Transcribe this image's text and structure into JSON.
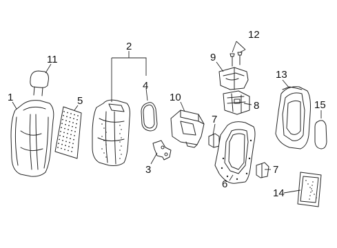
{
  "diagram": {
    "callouts": [
      {
        "id": "1",
        "text": "1"
      },
      {
        "id": "2",
        "text": "2"
      },
      {
        "id": "3",
        "text": "3"
      },
      {
        "id": "4",
        "text": "4"
      },
      {
        "id": "5",
        "text": "5"
      },
      {
        "id": "6",
        "text": "6"
      },
      {
        "id": "7a",
        "text": "7"
      },
      {
        "id": "7b",
        "text": "7"
      },
      {
        "id": "8",
        "text": "8"
      },
      {
        "id": "9",
        "text": "9"
      },
      {
        "id": "10",
        "text": "10"
      },
      {
        "id": "11",
        "text": "11"
      },
      {
        "id": "12",
        "text": "12"
      },
      {
        "id": "13",
        "text": "13"
      },
      {
        "id": "14",
        "text": "14"
      },
      {
        "id": "15",
        "text": "15"
      }
    ]
  }
}
